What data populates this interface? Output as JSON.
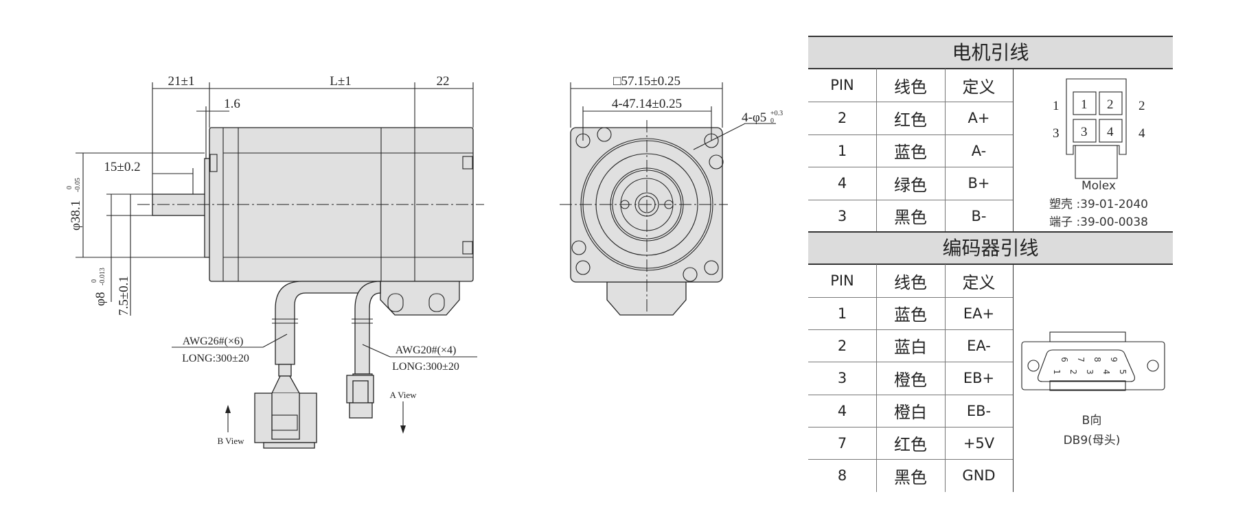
{
  "side_view": {
    "dim_flange_length": "21±1",
    "dim_body_length": "L±1",
    "dim_rear": "22",
    "dim_flange_thickness": "1.6",
    "dim_shaft_key": "15±0.2",
    "dim_pilot_diameter": "φ38.1",
    "dim_pilot_tol_upper": "0",
    "dim_pilot_tol_lower": "-0.05",
    "dim_shaft_diameter": "φ8",
    "dim_shaft_tol_upper": "0",
    "dim_shaft_tol_lower": "-0.013",
    "dim_shaft_flat": "7.5±0.1",
    "encoder_cable_gauge": "AWG26#(×6)",
    "encoder_cable_length": "LONG:300±20",
    "motor_cable_gauge": "AWG20#(×4)",
    "motor_cable_length": "LONG:300±20",
    "a_view": "A View",
    "b_view": "B View"
  },
  "front_view": {
    "dim_square": "□57.15±0.25",
    "dim_hole_pitch": "4-47.14±0.25",
    "dim_holes": "4-φ5",
    "dim_holes_tol_upper": "+0.3",
    "dim_holes_tol_lower": "0"
  },
  "motor_leads": {
    "title": "电机引线",
    "headers": [
      "PIN",
      "线色",
      "定义"
    ],
    "rows": [
      {
        "pin": "2",
        "color": "红色",
        "def": "A+"
      },
      {
        "pin": "1",
        "color": "蓝色",
        "def": "A-"
      },
      {
        "pin": "4",
        "color": "绿色",
        "def": "B+"
      },
      {
        "pin": "3",
        "color": "黑色",
        "def": "B-"
      }
    ],
    "connector": {
      "pins": [
        "1",
        "2",
        "3",
        "4"
      ],
      "brand": "Molex",
      "housing_label": "塑壳",
      "housing_part": ":39-01-2040",
      "terminal_label": "端子",
      "terminal_part": ":39-00-0038"
    }
  },
  "encoder_leads": {
    "title": "编码器引线",
    "headers": [
      "PIN",
      "线色",
      "定义"
    ],
    "rows": [
      {
        "pin": "1",
        "color": "蓝色",
        "def": "EA+"
      },
      {
        "pin": "2",
        "color": "蓝白",
        "def": "EA-"
      },
      {
        "pin": "3",
        "color": "橙色",
        "def": "EB+"
      },
      {
        "pin": "4",
        "color": "橙白",
        "def": "EB-"
      },
      {
        "pin": "7",
        "color": "红色",
        "def": "+5V"
      },
      {
        "pin": "8",
        "color": "黑色",
        "def": "GND"
      }
    ],
    "connector": {
      "pins_top": [
        "6",
        "7",
        "8",
        "9"
      ],
      "pins_bottom": [
        "1",
        "2",
        "3",
        "4",
        "5"
      ],
      "view": "B向",
      "type": "DB9(母头)"
    }
  }
}
